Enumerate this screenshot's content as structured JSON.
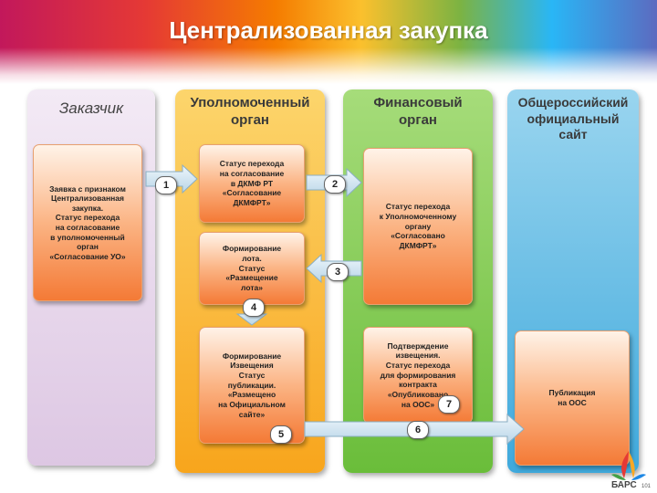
{
  "title": "Централизованная закупка",
  "columns": [
    {
      "label": "Заказчик",
      "color": "#e2cfe6"
    },
    {
      "label": "Уполномоченный\nорган",
      "color": "#f9b21c"
    },
    {
      "label": "Финансовый\nорган",
      "color": "#7cc242"
    },
    {
      "label": "Общероссийский\nофициальный\nсайт",
      "color": "#44b3e4"
    }
  ],
  "boxes": {
    "customer_request": "Заявка с признаком\nЦентрализованная\nзакупка.\nСтатус перехода\nна согласование\nв уполномоченный\nорган\n«Согласование УО»",
    "status_dkmf": "Статус перехода\nна согласование\nв ДКМФ РТ\n«Согласование\nДКМФРТ»",
    "lot_formation": "Формирование\nлота.\nСтатус\n«Размещение\nлота»",
    "notice_formation": "Формирование\nИзвещения\nСтатус\nпубликации.\n«Размещено\nна Официальном\nсайте»",
    "fin_status": "Статус перехода\nк Уполномоченному\nоргану\n«Согласовано\nДКМФРТ»",
    "notice_confirm": "Подтверждение\nизвещения.\nСтатус перехода\nдля формирования\nконтракта\n«Опубликовано\nна ООС»",
    "publish_oos": "Публикация\nна ООС"
  },
  "steps": [
    "1",
    "2",
    "3",
    "4",
    "5",
    "6",
    "7"
  ],
  "logo": {
    "text": "БАРС",
    "colors": [
      "#e53935",
      "#f9a825",
      "#43a047",
      "#1e88e5"
    ]
  },
  "page_number": "101"
}
